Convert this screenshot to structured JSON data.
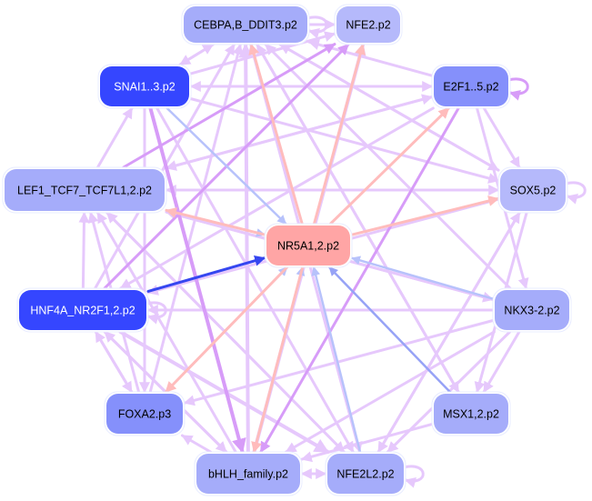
{
  "diagram": {
    "type": "directed-network",
    "colors": {
      "node_dark": "#3546ff",
      "node_mid": "#8590fb",
      "node_light": "#a5acfa",
      "node_lighter": "#b5b9fb",
      "node_target": "#ffa5a5",
      "edge_lavender": "#e6c8fc",
      "edge_violet": "#d79cf8",
      "edge_blue_light": "#b7c2fb",
      "edge_blue": "#97a3f6",
      "edge_blue_dark": "#3546f0",
      "edge_salmon": "#ffbcbc",
      "node_border": "#e8ecff"
    },
    "nodes": [
      {
        "id": "CEBPA",
        "label": "CEBPA,B_DDIT3.p2",
        "fill": "node_light",
        "text": "#000000"
      },
      {
        "id": "NFE2",
        "label": "NFE2.p2",
        "fill": "node_lighter",
        "text": "#000000"
      },
      {
        "id": "SNAI",
        "label": "SNAI1..3.p2",
        "fill": "node_dark",
        "text": "#ffffff"
      },
      {
        "id": "E2F",
        "label": "E2F1..5.p2",
        "fill": "node_mid",
        "text": "#000000"
      },
      {
        "id": "LEF1",
        "label": "LEF1_TCF7_TCF7L1,2.p2",
        "fill": "node_light",
        "text": "#000000"
      },
      {
        "id": "SOX5",
        "label": "SOX5.p2",
        "fill": "node_lighter",
        "text": "#000000"
      },
      {
        "id": "NR5A1",
        "label": "NR5A1,2.p2",
        "fill": "node_target",
        "text": "#000000"
      },
      {
        "id": "HNF4A",
        "label": "HNF4A_NR2F1,2.p2",
        "fill": "node_dark",
        "text": "#ffffff"
      },
      {
        "id": "NKX3",
        "label": "NKX3-2.p2",
        "fill": "node_light",
        "text": "#000000"
      },
      {
        "id": "FOXA2",
        "label": "FOXA2.p3",
        "fill": "node_mid",
        "text": "#000000"
      },
      {
        "id": "MSX1",
        "label": "MSX1,2.p2",
        "fill": "node_light",
        "text": "#000000"
      },
      {
        "id": "bHLH",
        "label": "bHLH_family.p2",
        "fill": "node_light",
        "text": "#000000"
      },
      {
        "id": "NFE2L2",
        "label": "NFE2L2.p2",
        "fill": "node_light",
        "text": "#000000"
      }
    ],
    "edges": [
      {
        "from": "HNF4A",
        "to": "NR5A1",
        "color": "edge_blue_dark",
        "weight": 3
      },
      {
        "from": "SNAI",
        "to": "NR5A1",
        "color": "edge_blue_light",
        "weight": 2.5
      },
      {
        "from": "LEF1",
        "to": "NR5A1",
        "color": "edge_blue_light",
        "weight": 2.5
      },
      {
        "from": "NKX3",
        "to": "NR5A1",
        "color": "edge_blue_light",
        "weight": 2.5
      },
      {
        "from": "MSX1",
        "to": "NR5A1",
        "color": "edge_blue",
        "weight": 2.5
      },
      {
        "from": "NFE2L2",
        "to": "NR5A1",
        "color": "edge_blue_light",
        "weight": 2.5
      },
      {
        "from": "bHLH",
        "to": "NR5A1",
        "color": "edge_blue_light",
        "weight": 2.5
      },
      {
        "from": "FOXA2",
        "to": "NR5A1",
        "color": "edge_blue_light",
        "weight": 2.5
      },
      {
        "from": "NR5A1",
        "to": "CEBPA",
        "color": "edge_salmon",
        "weight": 3
      },
      {
        "from": "NR5A1",
        "to": "NFE2",
        "color": "edge_salmon",
        "weight": 3
      },
      {
        "from": "NR5A1",
        "to": "E2F",
        "color": "edge_salmon",
        "weight": 3
      },
      {
        "from": "NR5A1",
        "to": "SOX5",
        "color": "edge_salmon",
        "weight": 3
      },
      {
        "from": "NR5A1",
        "to": "LEF1",
        "color": "edge_salmon",
        "weight": 3
      },
      {
        "from": "NR5A1",
        "to": "FOXA2",
        "color": "edge_salmon",
        "weight": 3
      },
      {
        "from": "NR5A1",
        "to": "bHLH",
        "color": "edge_salmon",
        "weight": 3
      },
      {
        "from": "SNAI",
        "to": "CEBPA",
        "color": "edge_lavender",
        "weight": 3
      },
      {
        "from": "SNAI",
        "to": "NFE2",
        "color": "edge_lavender",
        "weight": 3
      },
      {
        "from": "SNAI",
        "to": "E2F",
        "color": "edge_lavender",
        "weight": 3
      },
      {
        "from": "SNAI",
        "to": "SOX5",
        "color": "edge_lavender",
        "weight": 3
      },
      {
        "from": "SNAI",
        "to": "bHLH",
        "color": "edge_violet",
        "weight": 4
      },
      {
        "from": "SNAI",
        "to": "NFE2L2",
        "color": "edge_lavender",
        "weight": 3
      },
      {
        "from": "SNAI",
        "to": "FOXA2",
        "color": "edge_lavender",
        "weight": 3
      },
      {
        "from": "LEF1",
        "to": "SNAI",
        "color": "edge_lavender",
        "weight": 3
      },
      {
        "from": "LEF1",
        "to": "SOX5",
        "color": "edge_lavender",
        "weight": 3
      },
      {
        "from": "LEF1",
        "to": "E2F",
        "color": "edge_lavender",
        "weight": 3
      },
      {
        "from": "LEF1",
        "to": "NFE2",
        "color": "edge_violet",
        "weight": 3
      },
      {
        "from": "LEF1",
        "to": "NKX3",
        "color": "edge_lavender",
        "weight": 3
      },
      {
        "from": "LEF1",
        "to": "NFE2L2",
        "color": "edge_lavender",
        "weight": 3
      },
      {
        "from": "HNF4A",
        "to": "LEF1",
        "color": "edge_lavender",
        "weight": 3
      },
      {
        "from": "HNF4A",
        "to": "NFE2",
        "color": "edge_violet",
        "weight": 3
      },
      {
        "from": "HNF4A",
        "to": "CEBPA",
        "color": "edge_lavender",
        "weight": 3
      },
      {
        "from": "HNF4A",
        "to": "FOXA2",
        "color": "edge_lavender",
        "weight": 3
      },
      {
        "from": "HNF4A",
        "to": "NFE2L2",
        "color": "edge_lavender",
        "weight": 4
      },
      {
        "from": "HNF4A",
        "to": "bHLH",
        "color": "edge_lavender",
        "weight": 3
      },
      {
        "from": "NKX3",
        "to": "HNF4A",
        "color": "edge_lavender",
        "weight": 3
      },
      {
        "from": "NKX3",
        "to": "LEF1",
        "color": "edge_lavender",
        "weight": 3
      },
      {
        "from": "NKX3",
        "to": "FOXA2",
        "color": "edge_lavender",
        "weight": 3
      },
      {
        "from": "NKX3",
        "to": "CEBPA",
        "color": "edge_lavender",
        "weight": 3
      },
      {
        "from": "NKX3",
        "to": "MSX1",
        "color": "edge_lavender",
        "weight": 3
      },
      {
        "from": "NKX3",
        "to": "bHLH",
        "color": "edge_lavender",
        "weight": 3
      },
      {
        "from": "NKX3",
        "to": "NFE2L2",
        "color": "edge_lavender",
        "weight": 3
      },
      {
        "from": "SOX5",
        "to": "LEF1",
        "color": "edge_lavender",
        "weight": 3
      },
      {
        "from": "SOX5",
        "to": "CEBPA",
        "color": "edge_lavender",
        "weight": 3
      },
      {
        "from": "SOX5",
        "to": "HNF4A",
        "color": "edge_lavender",
        "weight": 3
      },
      {
        "from": "SOX5",
        "to": "MSX1",
        "color": "edge_lavender",
        "weight": 3
      },
      {
        "from": "SOX5",
        "to": "NFE2L2",
        "color": "edge_lavender",
        "weight": 3
      },
      {
        "from": "E2F",
        "to": "SNAI",
        "color": "edge_lavender",
        "weight": 3
      },
      {
        "from": "E2F",
        "to": "CEBPA",
        "color": "edge_lavender",
        "weight": 3
      },
      {
        "from": "E2F",
        "to": "LEF1",
        "color": "edge_lavender",
        "weight": 3
      },
      {
        "from": "E2F",
        "to": "bHLH",
        "color": "edge_violet",
        "weight": 3
      },
      {
        "from": "E2F",
        "to": "HNF4A",
        "color": "edge_lavender",
        "weight": 3
      },
      {
        "from": "E2F",
        "to": "NKX3",
        "color": "edge_lavender",
        "weight": 3
      },
      {
        "from": "E2F",
        "to": "SOX5",
        "color": "edge_lavender",
        "weight": 3
      },
      {
        "from": "CEBPA",
        "to": "SNAI",
        "color": "edge_lavender",
        "weight": 3
      },
      {
        "from": "CEBPA",
        "to": "NFE2L2",
        "color": "edge_lavender",
        "weight": 3
      },
      {
        "from": "CEBPA",
        "to": "MSX1",
        "color": "edge_lavender",
        "weight": 3
      },
      {
        "from": "CEBPA",
        "to": "SOX5",
        "color": "edge_lavender",
        "weight": 3
      },
      {
        "from": "CEBPA",
        "to": "NFE2",
        "color": "edge_lavender",
        "weight": 3
      },
      {
        "from": "bHLH",
        "to": "CEBPA",
        "color": "edge_lavender",
        "weight": 4
      },
      {
        "from": "bHLH",
        "to": "NFE2",
        "color": "edge_lavender",
        "weight": 4
      },
      {
        "from": "bHLH",
        "to": "LEF1",
        "color": "edge_lavender",
        "weight": 3
      },
      {
        "from": "bHLH",
        "to": "HNF4A",
        "color": "edge_lavender",
        "weight": 3
      },
      {
        "from": "bHLH",
        "to": "FOXA2",
        "color": "edge_lavender",
        "weight": 3
      },
      {
        "from": "bHLH",
        "to": "NFE2L2",
        "color": "edge_lavender",
        "weight": 3
      },
      {
        "from": "NFE2L2",
        "to": "bHLH",
        "color": "edge_lavender",
        "weight": 3
      },
      {
        "from": "NFE2L2",
        "to": "CEBPA",
        "color": "edge_lavender",
        "weight": 3
      },
      {
        "from": "NFE2L2",
        "to": "SOX5",
        "color": "edge_lavender",
        "weight": 3
      },
      {
        "from": "NFE2L2",
        "to": "LEF1",
        "color": "edge_lavender",
        "weight": 3
      },
      {
        "from": "FOXA2",
        "to": "LEF1",
        "color": "edge_lavender",
        "weight": 3
      },
      {
        "from": "FOXA2",
        "to": "HNF4A",
        "color": "edge_lavender",
        "weight": 3
      },
      {
        "from": "FOXA2",
        "to": "CEBPA",
        "color": "edge_lavender",
        "weight": 3
      },
      {
        "from": "MSX1",
        "to": "CEBPA",
        "color": "edge_lavender",
        "weight": 3
      },
      {
        "from": "MSX1",
        "to": "bHLH",
        "color": "edge_lavender",
        "weight": 3
      }
    ],
    "self_loops": [
      {
        "node": "E2F",
        "color": "edge_violet"
      },
      {
        "node": "SOX5",
        "color": "edge_lavender"
      },
      {
        "node": "NFE2L2",
        "color": "edge_lavender"
      },
      {
        "node": "CEBPA",
        "color": "edge_lavender"
      },
      {
        "node": "HNF4A",
        "color": "edge_lavender"
      }
    ]
  }
}
